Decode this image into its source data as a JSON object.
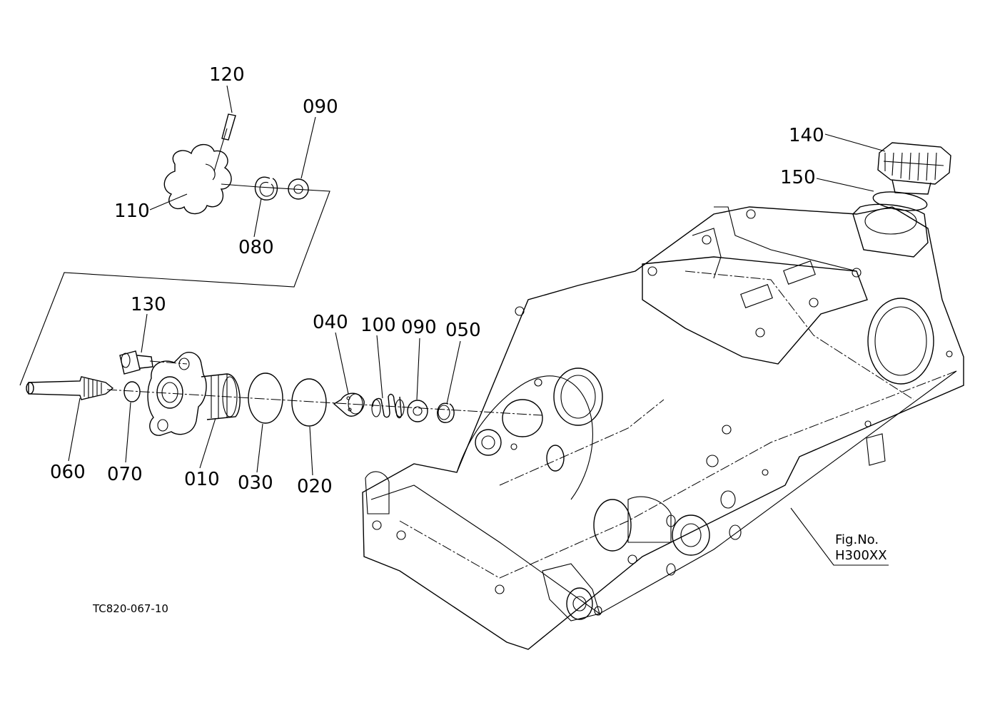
{
  "callouts": {
    "p120": "120",
    "p090_top": "090",
    "p140": "140",
    "p150": "150",
    "p110": "110",
    "p080": "080",
    "p130": "130",
    "p040": "040",
    "p100": "100",
    "p090": "090",
    "p050": "050",
    "p060": "060",
    "p070": "070",
    "p010": "010",
    "p030": "030",
    "p020": "020"
  },
  "figure": {
    "fig_label": "Fig.No.",
    "fig_number": "H300XX"
  },
  "drawing_code": "TC820-067-10"
}
